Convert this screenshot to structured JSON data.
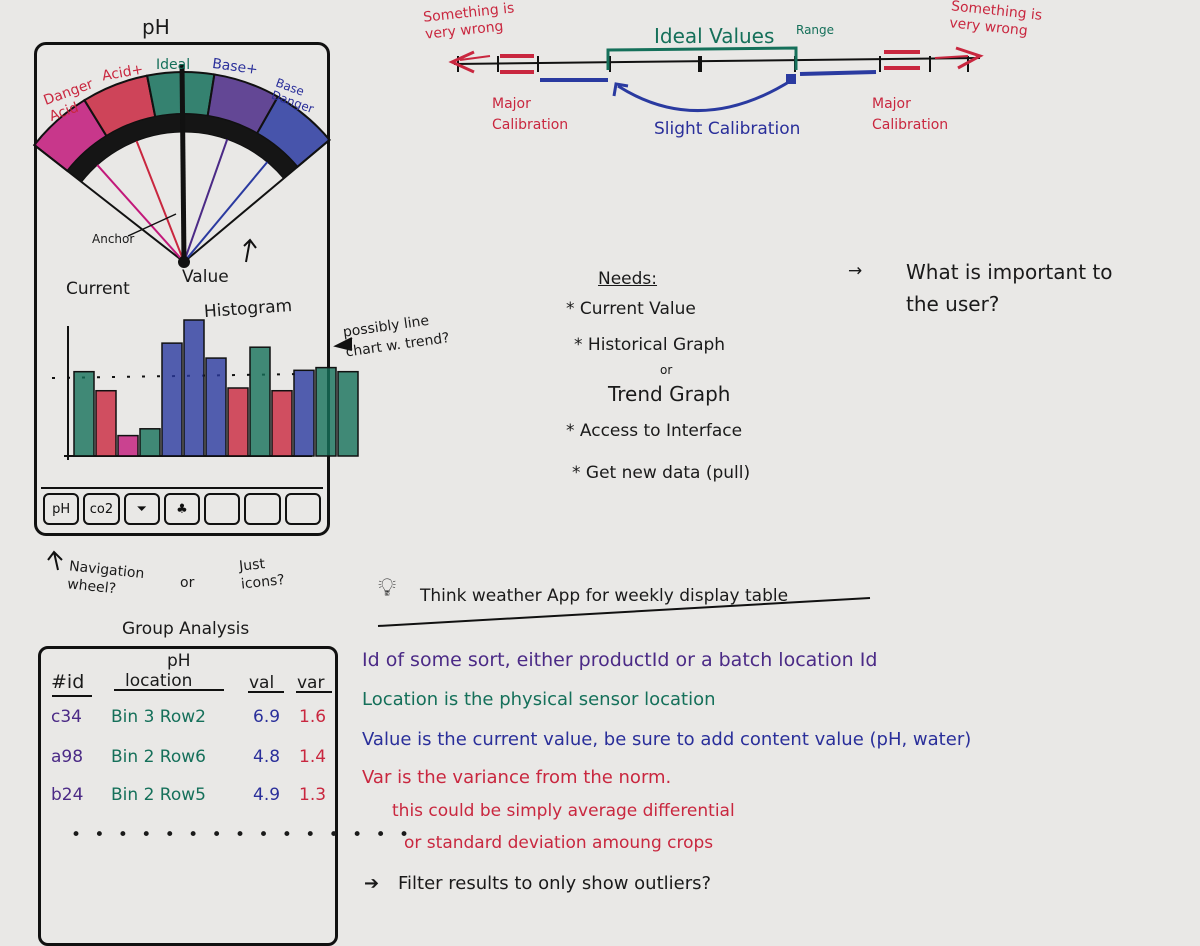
{
  "phone": {
    "title": "pH",
    "gauge_labels": {
      "danger_acid": "Danger Acid",
      "acid_plus": "Acid+",
      "ideal": "Ideal",
      "base_plus": "Base+",
      "base_danger": "Base Danger",
      "anchor": "Anchor"
    },
    "current_label": "Current",
    "value_label": "Value",
    "histogram_label": "Histogram",
    "nav": [
      "pH",
      "co2",
      "",
      "",
      "",
      "",
      ""
    ],
    "histogram_note": "possibly line chart w. trend?"
  },
  "nav_note": "Navigation wheel?",
  "nav_or": "or",
  "nav_icons_note": "Just icons?",
  "range": {
    "left_warning": "Something is very wrong",
    "right_warning": "Something is very wrong",
    "ideal_values": "Ideal Values",
    "range_label": "Range",
    "major_calibration": "Major Calibration",
    "slight_calibration": "Slight Calibration"
  },
  "needs": {
    "title": "Needs:",
    "items": [
      "Current Value",
      "Historical Graph",
      "or",
      "Trend Graph",
      "Access to Interface",
      "Get new data (pull)"
    ]
  },
  "question": "What is important to the user?",
  "group_analysis": {
    "title": "Group Analysis",
    "subtitle": "pH",
    "headers": [
      "#id",
      "location",
      "val",
      "var"
    ],
    "rows": [
      {
        "id": "c34",
        "location": "Bin 3 Row2",
        "val": "6.9",
        "var": "1.6"
      },
      {
        "id": "a98",
        "location": "Bin 2 Row6",
        "val": "4.8",
        "var": "1.4"
      },
      {
        "id": "b24",
        "location": "Bin 2 Row5",
        "val": "4.9",
        "var": "1.3"
      }
    ]
  },
  "notes": {
    "weather": "Think weather App for weekly display table",
    "id_note": "Id of some sort, either productId or a batch location Id",
    "location_note": "Location is the physical sensor location",
    "value_note": "Value is the current value, be sure to add content value (pH, water)",
    "var_note": "Var is the variance from the norm.",
    "var_note2": "this could be simply average differential",
    "var_note3": "or standard deviation amoung crops",
    "filter_note": "Filter results to only show outliers?"
  },
  "colors": {
    "red": "#c9273f",
    "pink": "#c2187a",
    "green": "#15705a",
    "blue": "#2a3aa0",
    "purple": "#4b2a86",
    "ink": "#1a1a1a"
  },
  "chart_data": {
    "type": "bar",
    "title": "Histogram",
    "bar_count": 14,
    "values": [
      0.62,
      0.48,
      0.15,
      0.2,
      0.83,
      1.0,
      0.72,
      0.5,
      0.8,
      0.48,
      0.63,
      0.65,
      0.62,
      0
    ],
    "colors": [
      "#15705a",
      "#c9273f",
      "#c2187a",
      "#15705a",
      "#2a3aa0",
      "#2a3aa0",
      "#2a3aa0",
      "#c9273f",
      "#15705a",
      "#c9273f",
      "#2a3aa0",
      "#15705a",
      "#15705a",
      "#15705a"
    ],
    "dashed_line": true
  }
}
